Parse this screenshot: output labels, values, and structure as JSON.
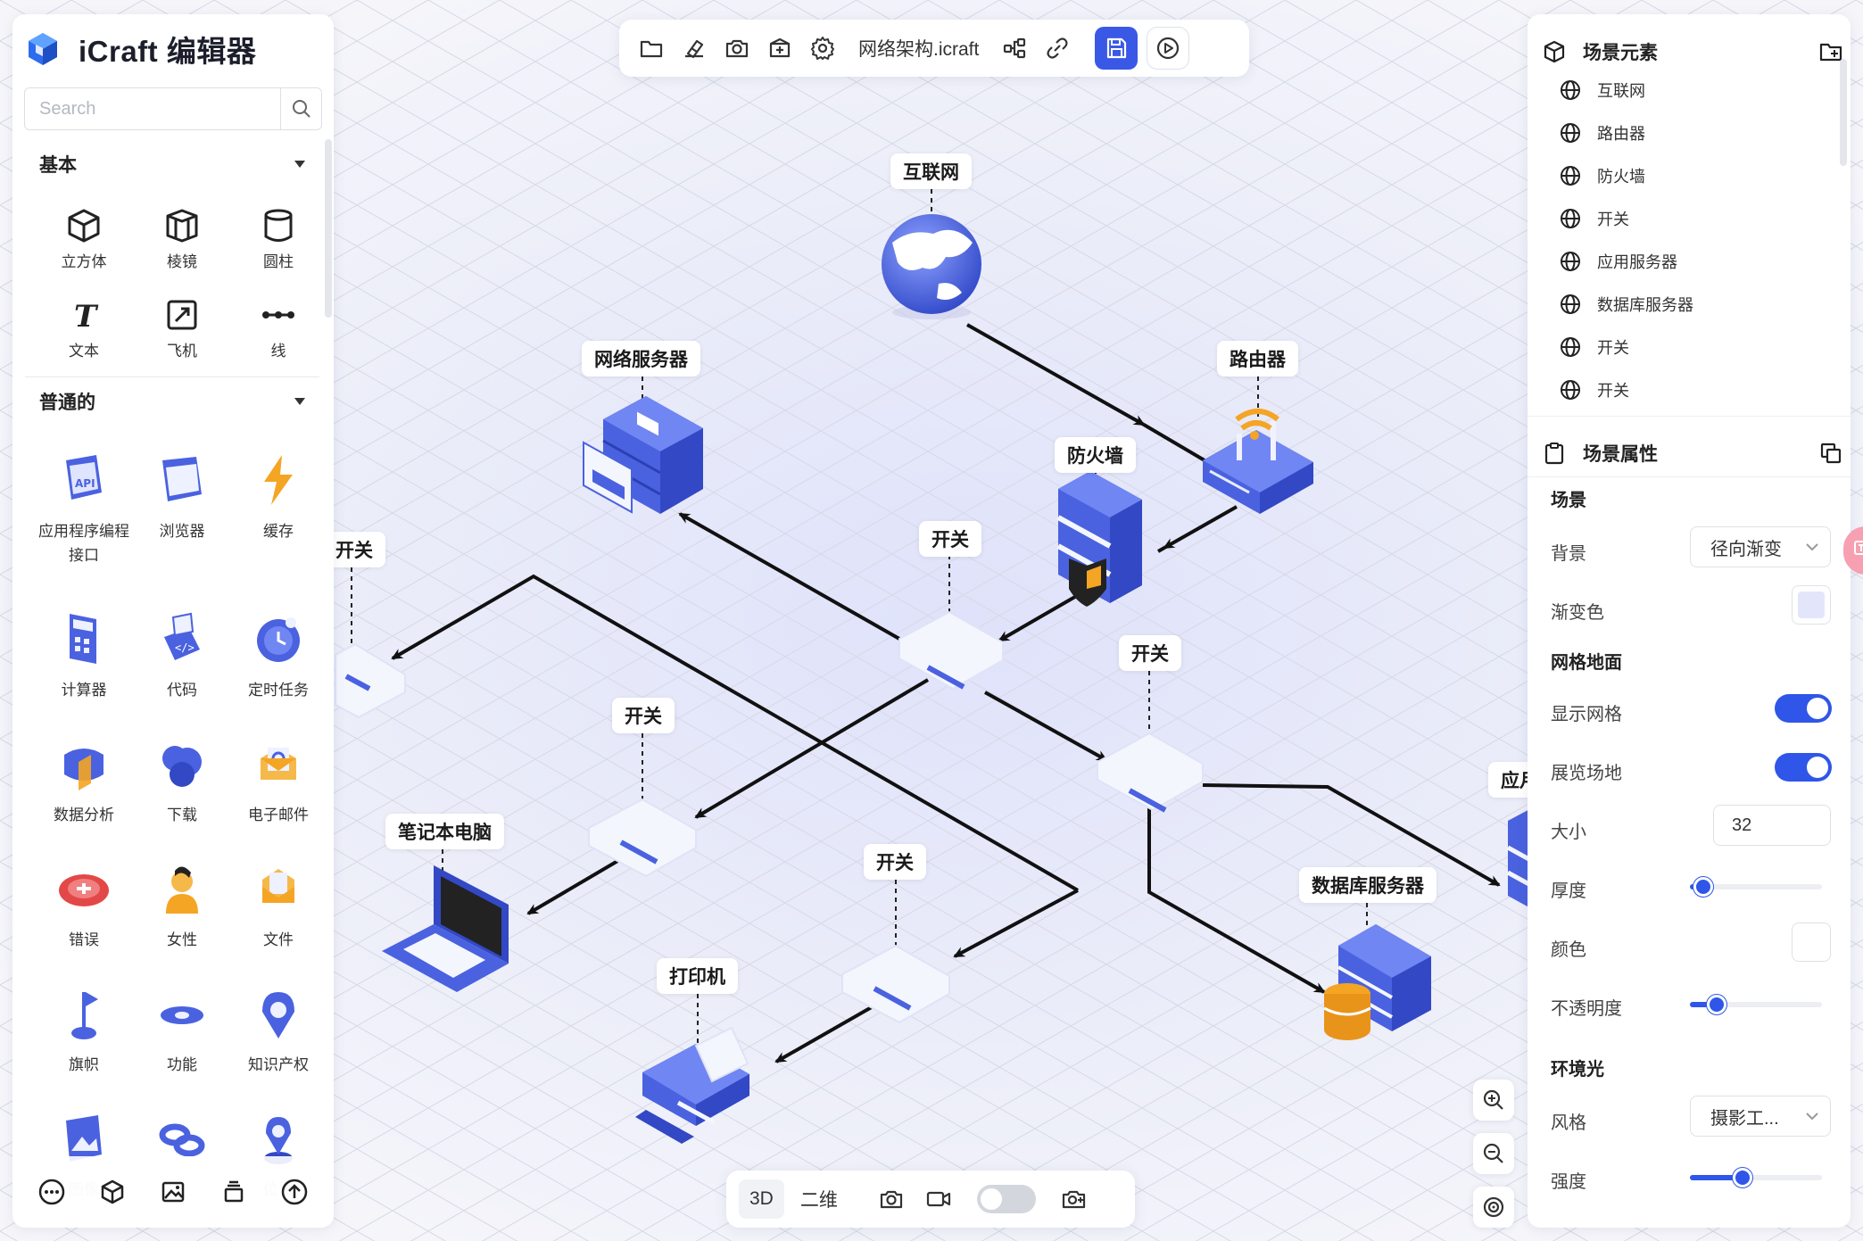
{
  "app": {
    "title": "iCraft 编辑器"
  },
  "search": {
    "placeholder": "Search"
  },
  "sections": {
    "basic": {
      "title": "基本"
    },
    "common": {
      "title": "普通的"
    }
  },
  "basic_tools": [
    {
      "label": "立方体",
      "icon": "cube-icon"
    },
    {
      "label": "棱镜",
      "icon": "prism-icon"
    },
    {
      "label": "圆柱",
      "icon": "cylinder-icon"
    },
    {
      "label": "文本",
      "icon": "text-icon"
    },
    {
      "label": "飞机",
      "icon": "plane-icon"
    },
    {
      "label": "线",
      "icon": "line-icon"
    }
  ],
  "assets": [
    {
      "label": "应用程序编程接口",
      "icon": "api-icon"
    },
    {
      "label": "浏览器",
      "icon": "browser-icon"
    },
    {
      "label": "缓存",
      "icon": "cache-icon"
    },
    {
      "label": "计算器",
      "icon": "calculator-icon"
    },
    {
      "label": "代码",
      "icon": "code-icon"
    },
    {
      "label": "定时任务",
      "icon": "timer-icon"
    },
    {
      "label": "数据分析",
      "icon": "analytics-icon"
    },
    {
      "label": "下载",
      "icon": "download-icon"
    },
    {
      "label": "电子邮件",
      "icon": "email-icon"
    },
    {
      "label": "错误",
      "icon": "error-icon"
    },
    {
      "label": "女性",
      "icon": "female-icon"
    },
    {
      "label": "文件",
      "icon": "file-icon"
    },
    {
      "label": "旗帜",
      "icon": "flag-icon"
    },
    {
      "label": "功能",
      "icon": "function-icon"
    },
    {
      "label": "知识产权",
      "icon": "ip-icon"
    },
    {
      "label": "图像",
      "icon": "image-icon"
    },
    {
      "label": "",
      "icon": "link-icon"
    },
    {
      "label": "位置",
      "icon": "location-icon"
    }
  ],
  "toolbar": {
    "filename": "网络架构.icraft"
  },
  "bottom_bar": {
    "mode_3d": "3D",
    "mode_2d": "二维"
  },
  "canvas_labels": {
    "internet": "互联网",
    "web_server": "网络服务器",
    "router": "路由器",
    "firewall": "防火墙",
    "switch_left": "开关",
    "switch_center": "开关",
    "switch_right": "开关",
    "switch_mid": "开关",
    "switch_bottom": "开关",
    "laptop": "笔记本电脑",
    "printer": "打印机",
    "db_server": "数据库服务器",
    "app_server_partial": "应月"
  },
  "right_panel": {
    "elements_title": "场景元素",
    "elements": [
      "互联网",
      "路由器",
      "防火墙",
      "开关",
      "应用服务器",
      "数据库服务器",
      "开关",
      "开关"
    ],
    "props_title": "场景属性",
    "scene_section": "场景",
    "background_label": "背景",
    "background_value": "径向渐变",
    "gradient_label": "渐变色",
    "gradient_color": "#e3e6fb",
    "grid_section": "网格地面",
    "show_grid_label": "显示网格",
    "show_grid": true,
    "exhibit_label": "展览场地",
    "exhibit": true,
    "size_label": "大小",
    "size_value": "32",
    "thickness_label": "厚度",
    "thickness": 0.1,
    "color_label": "颜色",
    "grid_color": "#ffffff",
    "opacity_label": "不透明度",
    "opacity": 0.2,
    "env_section": "环境光",
    "style_label": "风格",
    "style_value": "摄影工...",
    "intensity_label": "强度",
    "intensity": 0.4
  },
  "colors": {
    "accent": "#2f56e8",
    "device_blue": "#4a62e0",
    "device_light": "#f4f6fe"
  }
}
